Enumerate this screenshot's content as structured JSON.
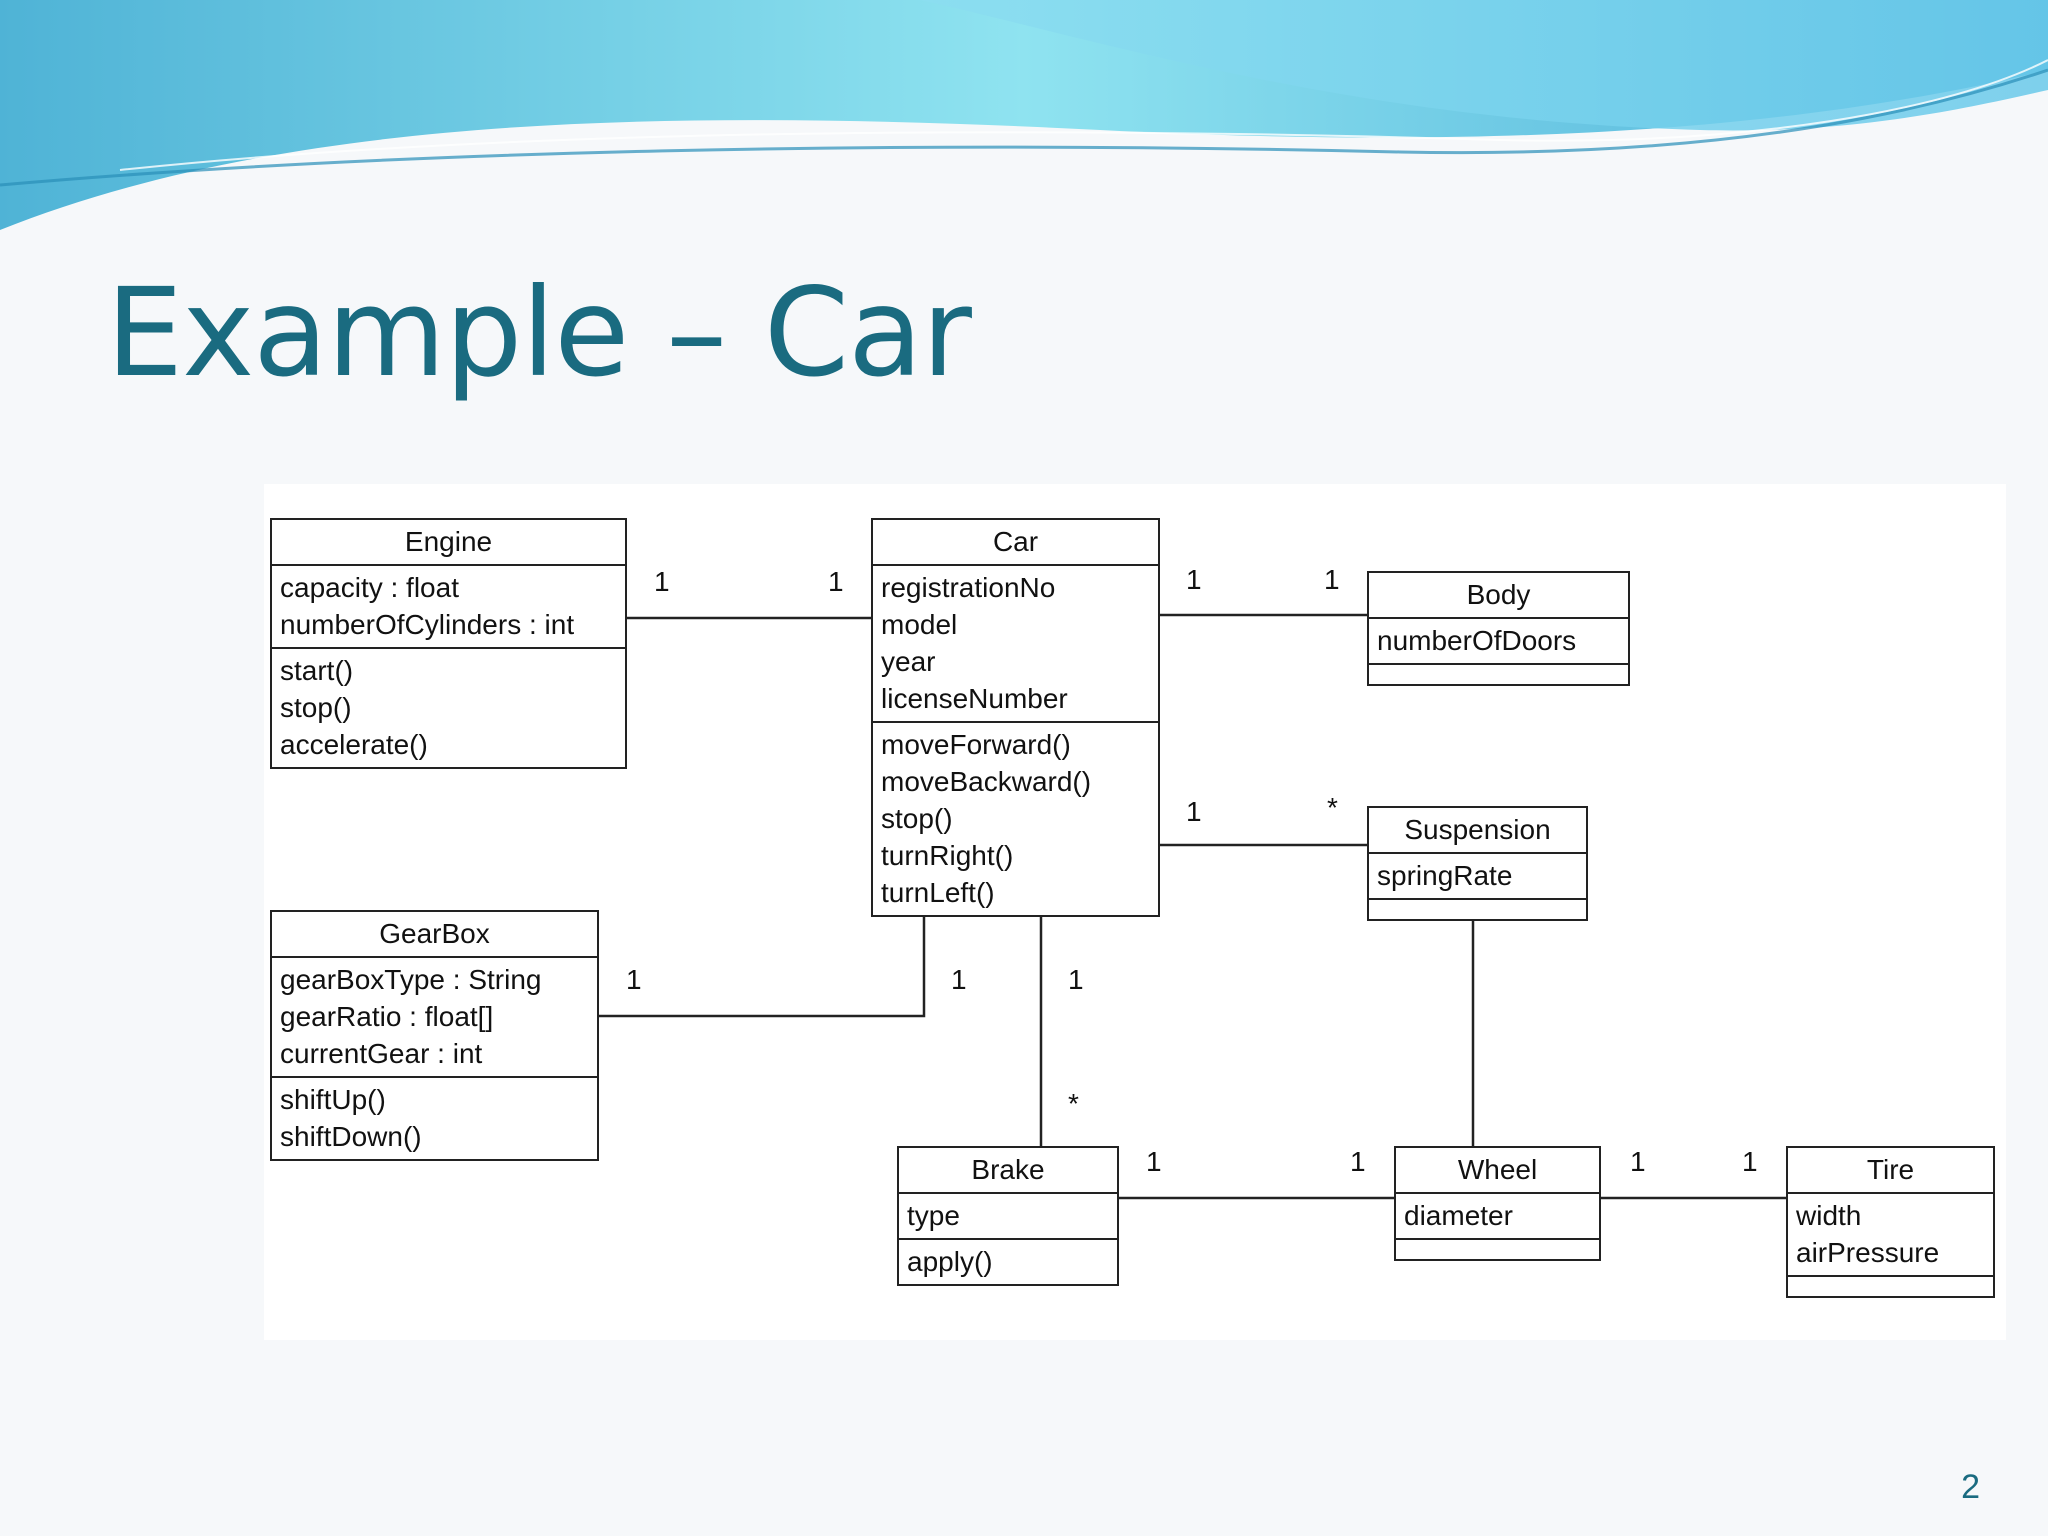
{
  "title": "Example – Car",
  "page_number": "2",
  "colors": {
    "title": "#1a6b80",
    "wave_light": "#8fe3f0",
    "wave_mid": "#5bc6e0",
    "wave_dark": "#3a9fc9",
    "line": "#222222"
  },
  "classes": {
    "engine": {
      "name": "Engine",
      "attributes": [
        "capacity : float",
        "numberOfCylinders : int"
      ],
      "operations": [
        "start()",
        "stop()",
        "accelerate()"
      ]
    },
    "car": {
      "name": "Car",
      "attributes": [
        "registrationNo",
        "model",
        "year",
        "licenseNumber"
      ],
      "operations": [
        "moveForward()",
        "moveBackward()",
        "stop()",
        "turnRight()",
        "turnLeft()"
      ]
    },
    "body": {
      "name": "Body",
      "attributes": [
        "numberOfDoors"
      ],
      "operations": []
    },
    "suspension": {
      "name": "Suspension",
      "attributes": [
        "springRate"
      ],
      "operations": []
    },
    "gearbox": {
      "name": "GearBox",
      "attributes": [
        "gearBoxType : String",
        "gearRatio : float[]",
        "currentGear : int"
      ],
      "operations": [
        "shiftUp()",
        "shiftDown()"
      ]
    },
    "brake": {
      "name": "Brake",
      "attributes": [
        "type"
      ],
      "operations": [
        "apply()"
      ]
    },
    "wheel": {
      "name": "Wheel",
      "attributes": [
        "diameter"
      ],
      "operations": []
    },
    "tire": {
      "name": "Tire",
      "attributes": [
        "width",
        "airPressure"
      ],
      "operations": []
    }
  },
  "associations": [
    {
      "from": "Engine",
      "to": "Car",
      "from_mult": "1",
      "to_mult": "1"
    },
    {
      "from": "Car",
      "to": "Body",
      "from_mult": "1",
      "to_mult": "1"
    },
    {
      "from": "Car",
      "to": "Suspension",
      "from_mult": "1",
      "to_mult": "*"
    },
    {
      "from": "GearBox",
      "to": "Car",
      "from_mult": "1",
      "to_mult": "1"
    },
    {
      "from": "Car",
      "to": "Brake",
      "from_mult": "1",
      "to_mult": "*"
    },
    {
      "from": "Brake",
      "to": "Wheel",
      "from_mult": "1",
      "to_mult": "1"
    },
    {
      "from": "Wheel",
      "to": "Tire",
      "from_mult": "1",
      "to_mult": "1"
    },
    {
      "from": "Suspension",
      "to": "Wheel",
      "from_mult": "",
      "to_mult": ""
    }
  ]
}
